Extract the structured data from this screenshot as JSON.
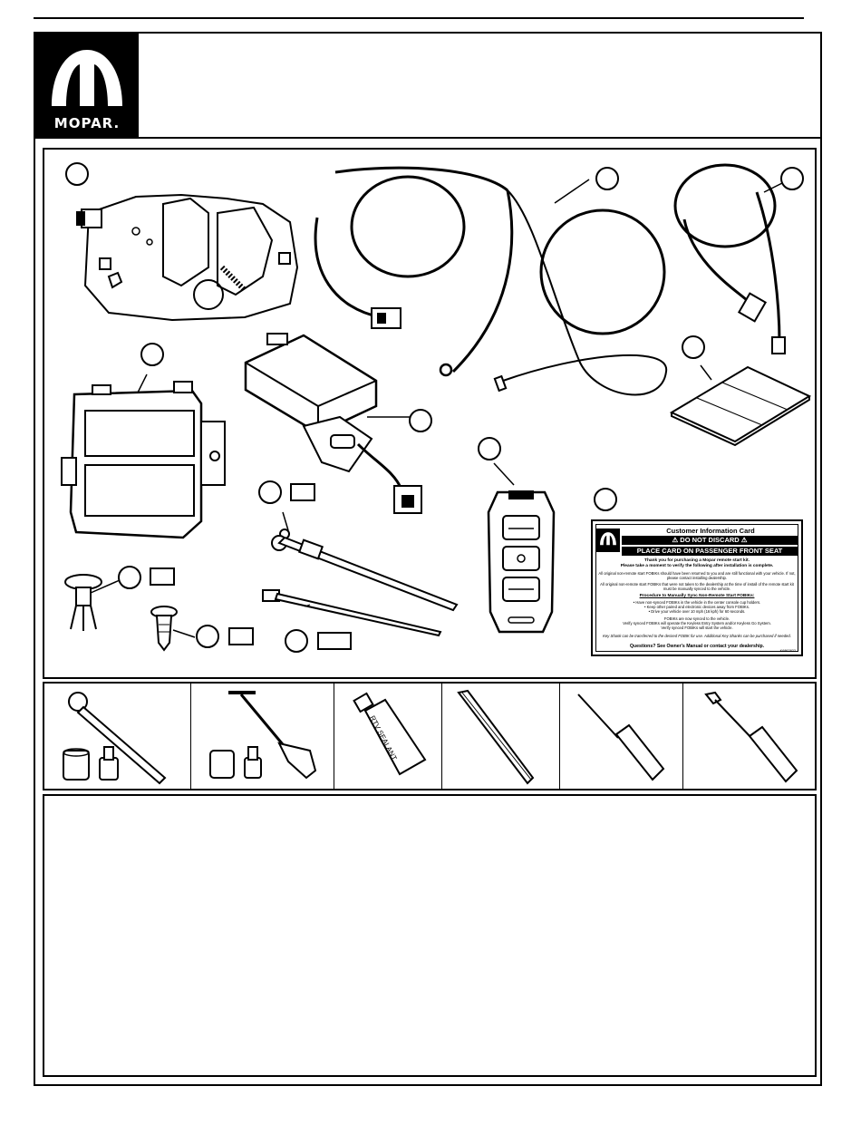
{
  "brand": {
    "name": "MOPAR."
  },
  "customer_card": {
    "title": "Customer Information Card",
    "do_not_discard": "⚠ DO NOT DISCARD ⚠",
    "place_card": "PLACE CARD ON PASSENGER FRONT SEAT",
    "thank_you": "Thank you for purchasing a Mopar remote start kit.",
    "verify": "Please take a moment to verify the following after installation is complete.",
    "para1": "All original non-remote start FOBIKs should have been returned to you and are still functional with your vehicle. If not, please contact installing dealership.",
    "para2": "All original non-remote start FOBIKs that were not taken to the dealership at the time of install of the remote start kit must be manually synced to the vehicle.",
    "procedure_title": "Procedure to Manually Sync Non-Remote Start FOBIKs:",
    "steps": [
      "• Have non-synced FOBIKs in the vehicle in the center console cup holders.",
      "• Keep other paired and electronic devices away from FOBIKs.",
      "• Drive your vehicle over 10 mph (16 kph) for 60 seconds."
    ],
    "after1": "FOBIKs are now synced to the vehicle.",
    "after2": "Verify synced FOBIKs will operate the Keyless Entry System and/or Keyless Go System.",
    "after3": "Verify synced FOBIKs will start the vehicle.",
    "key_shank": "Key Shank can be transferred to the desired FOBIK for use.  Additional Key Shanks can be purchased if needed.",
    "questions": "Questions?  See Owner's Manual or contact your dealership.",
    "code": "K6862822"
  },
  "tools": {
    "rtv_label": "RTV SEALANT"
  }
}
